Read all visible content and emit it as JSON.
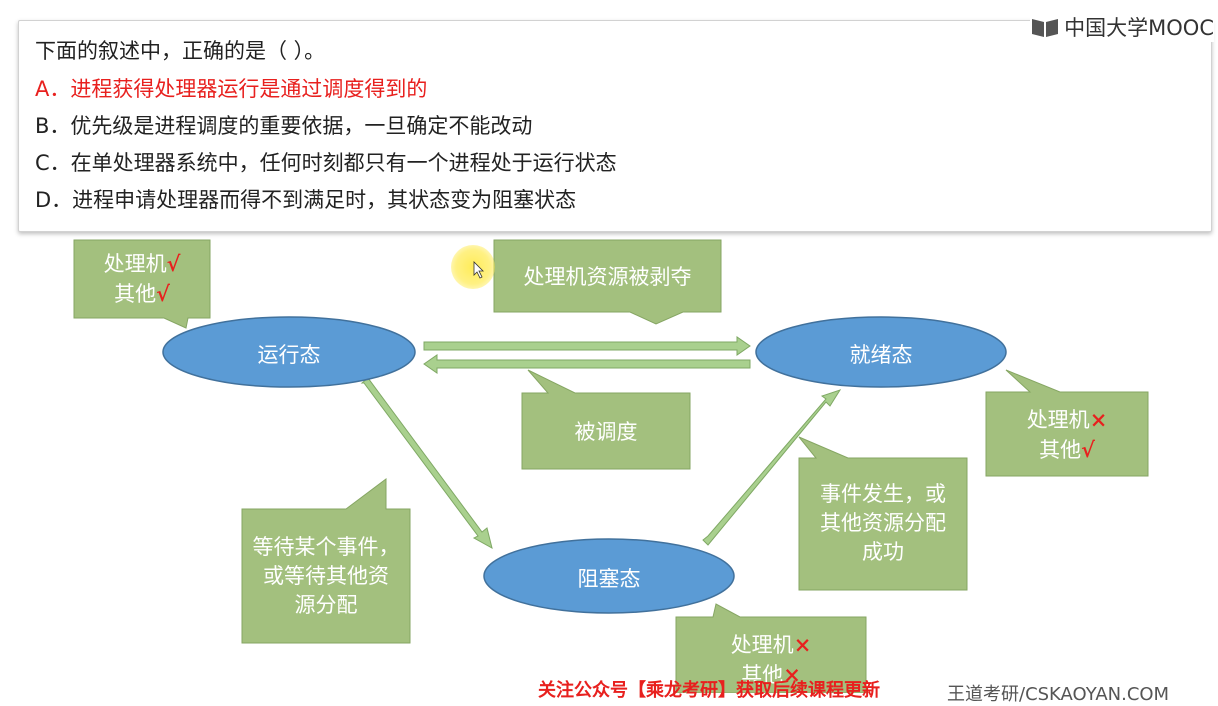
{
  "logo": {
    "text": "中国大学MOOC",
    "icon": "mooc-book-icon"
  },
  "question": {
    "stem": "下面的叙述中，正确的是（    ）。",
    "options": [
      {
        "text": "A．进程获得处理器运行是通过调度得到的",
        "correct": true
      },
      {
        "text": "B．优先级是进程调度的重要依据，一旦确定不能改动",
        "correct": false
      },
      {
        "text": "C．在单处理器系统中，任何时刻都只有一个进程处于运行状态",
        "correct": false
      },
      {
        "text": "D．进程申请处理器而得不到满足时，其状态变为阻塞状态",
        "correct": false
      }
    ]
  },
  "diagram": {
    "states": {
      "running": "运行态",
      "ready": "就绪态",
      "blocked": "阻塞态"
    },
    "transitions": {
      "preempted": "处理机资源被剥夺",
      "scheduled": "被调度",
      "wait_line1": "等待某个事件，",
      "wait_line2": "或等待其他资",
      "wait_line3": "源分配",
      "event_line1": "事件发生，或",
      "event_line2": "其他资源分配",
      "event_line3": "成功"
    },
    "resources": {
      "processor_label": "处理机",
      "other_label": "其他",
      "check_mark": "√",
      "cross_mark": "×"
    }
  },
  "colors": {
    "state_fill": "#5b9bd5",
    "callout_fill": "#a3c07e",
    "arrow_fill": "#a9d08e",
    "correct_text": "#e8201e"
  },
  "footer": {
    "banner": "关注公众号【乘龙考研】获取后续课程更新",
    "banner_tail": "王道考研/CSKAOYAN.COM"
  }
}
